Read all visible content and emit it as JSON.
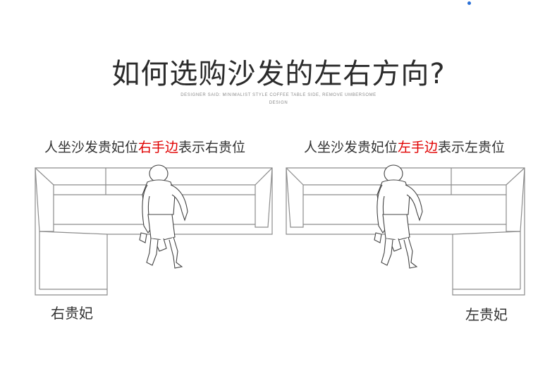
{
  "title": "如何选购沙发的左右方向?",
  "subtitle": "DESIGNER SAID: MINIMALIST STYLE COFFEE TABLE SIDE, REMOVE UMBERSOME DESIGN",
  "left_panel": {
    "caption_prefix": "人坐沙发贵妃位",
    "caption_highlight": "右手边",
    "caption_suffix": "表示右贵位",
    "seat_label": "右贵妃"
  },
  "right_panel": {
    "caption_prefix": "人坐沙发贵妃位",
    "caption_highlight": "左手边",
    "caption_suffix": "表示左贵位",
    "seat_label": "左贵妃"
  },
  "colors": {
    "highlight": "#e00000",
    "line": "#8c8c8c",
    "accent_dot": "#2a6fd6"
  }
}
